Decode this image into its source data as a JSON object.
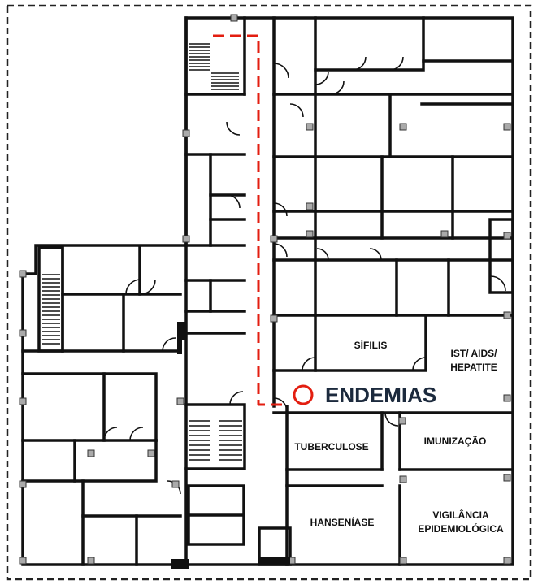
{
  "map": {
    "highlight": {
      "label": "ENDEMIAS",
      "marker_color": "#e31e10",
      "route_color": "#e31e10",
      "label_color": "#1c2a3d"
    },
    "rooms": [
      {
        "id": "sifilis",
        "lines": [
          "SÍFILIS"
        ]
      },
      {
        "id": "ist-aids-hepatite",
        "lines": [
          "IST/ AIDS/",
          "HEPATITE"
        ]
      },
      {
        "id": "tuberculose",
        "lines": [
          "TUBERCULOSE"
        ]
      },
      {
        "id": "imunizacao",
        "lines": [
          "IMUNIZAÇÃO"
        ]
      },
      {
        "id": "hanseniase",
        "lines": [
          "HANSENÍASE"
        ]
      },
      {
        "id": "vigilancia-epidemiologica",
        "lines": [
          "VIGILÂNCIA",
          "EPIDEMIOLÓGICA"
        ]
      }
    ]
  }
}
